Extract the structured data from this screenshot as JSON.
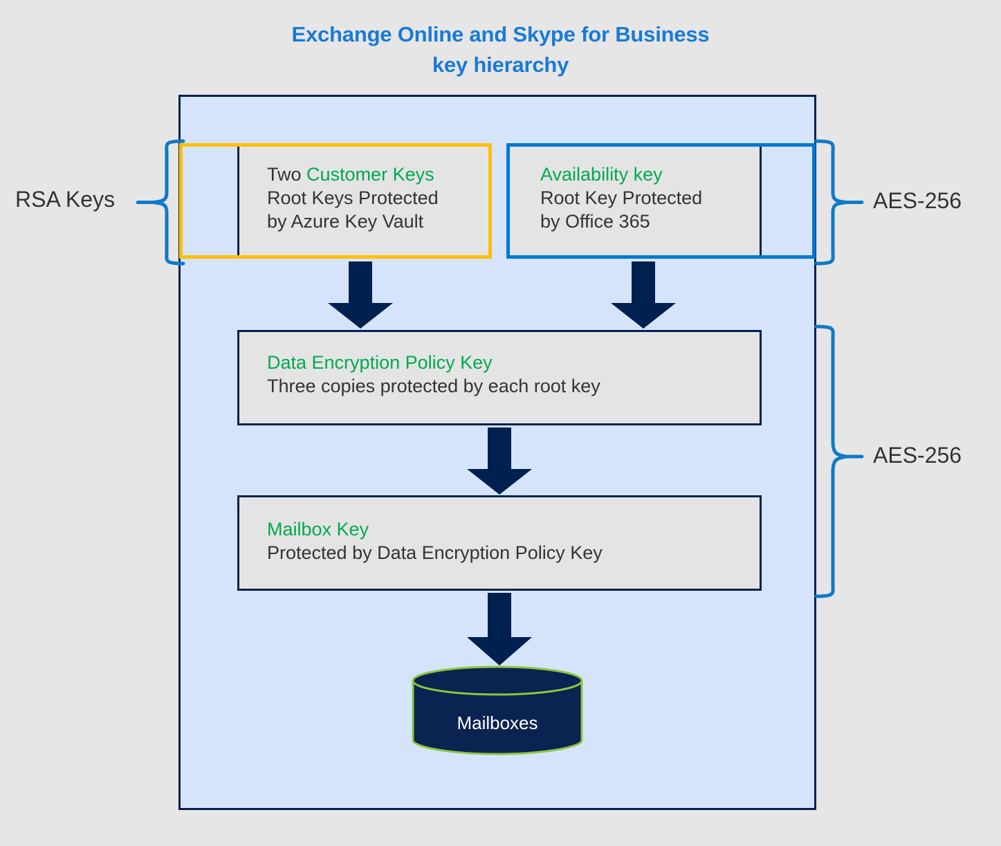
{
  "title": {
    "line1": "Exchange Online and Skype for Business",
    "line2": "key hierarchy"
  },
  "colors": {
    "background": "#e6e6e6",
    "title_blue": "#1a7ad4",
    "container_fill": "#d6e4fb",
    "container_border": "#002050",
    "box_fill": "#e4e4e4",
    "box_border": "#002050",
    "accent_green": "#00a94f",
    "customer_key_frame": "#ffc000",
    "availability_key_frame": "#0078d4",
    "brace_blue": "#0f7ac7",
    "arrow_navy": "#002050",
    "cylinder_fill": "#0a2350",
    "cylinder_edge": "#8cc63f",
    "body_text": "#333333",
    "cylinder_text": "#ffffff"
  },
  "boxes": {
    "customer_keys": {
      "prefix": "Two ",
      "highlight": "Customer Keys",
      "line2": "Root Keys Protected",
      "line3": "by Azure Key Vault"
    },
    "availability_key": {
      "highlight": "Availability key",
      "line2": "Root Key Protected",
      "line3": "by Office 365"
    },
    "policy_key": {
      "highlight": "Data Encryption Policy Key",
      "line2": "Three copies protected by each root key"
    },
    "mailbox_key": {
      "highlight": "Mailbox Key",
      "line2": "Protected by Data Encryption Policy Key"
    },
    "mailboxes": {
      "label": "Mailboxes"
    }
  },
  "annotations": {
    "rsa_keys": "RSA Keys",
    "aes_top": "AES-256",
    "aes_middle": "AES-256"
  }
}
